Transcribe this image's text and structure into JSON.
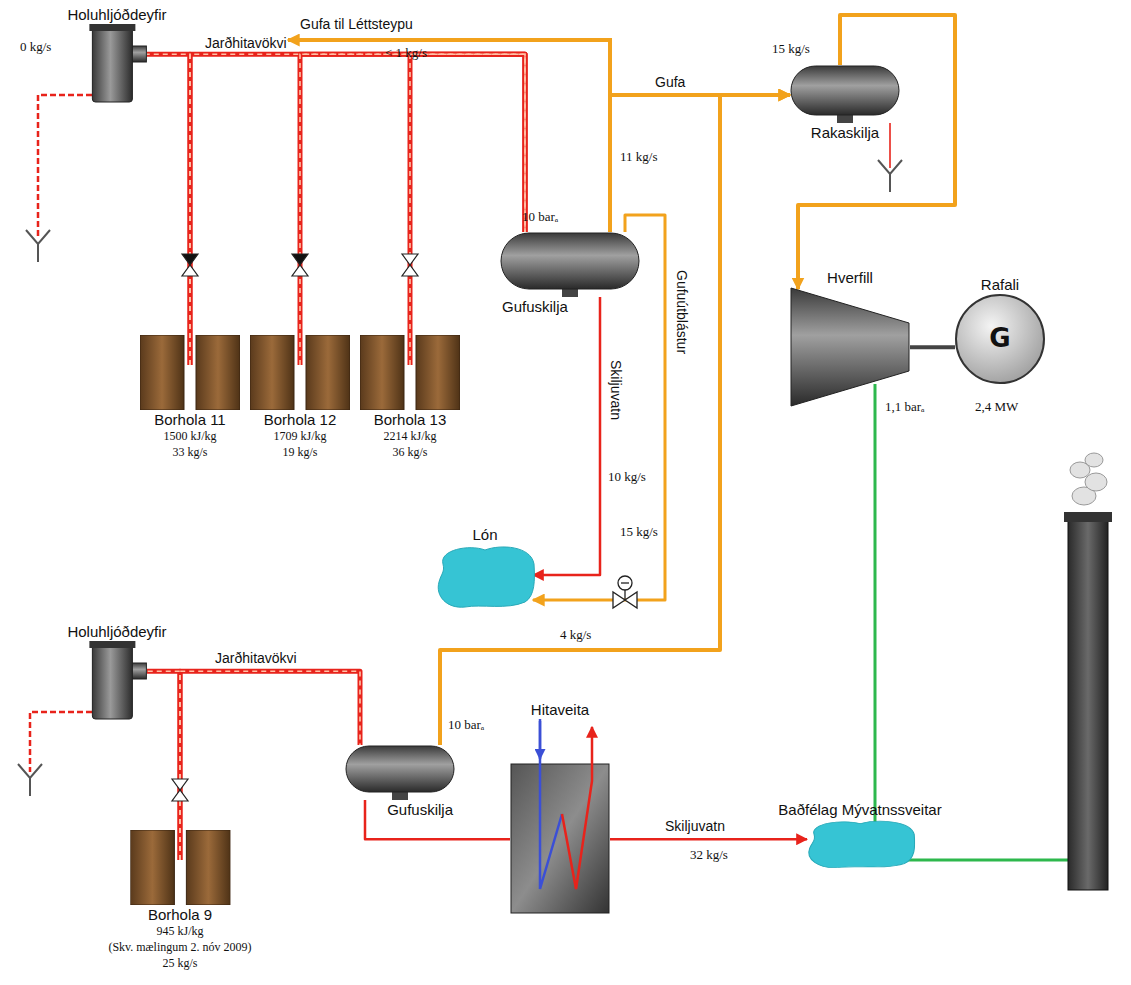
{
  "diagram": {
    "nodes": [
      {
        "text": [
          "Holuhljóðdeyfir"
        ]
      },
      {
        "text": [
          "Borhola 11",
          "1500 kJ/kg",
          "33 kg/s"
        ]
      },
      {
        "text": [
          "Borhola 12",
          "1709 kJ/kg",
          "19 kg/s"
        ]
      },
      {
        "text": [
          "Borhola 13",
          "2214 kJ/kg",
          "36 kg/s"
        ]
      },
      {
        "text": [
          "Gufuskilja"
        ]
      },
      {
        "text": [
          "Rakaskilja"
        ]
      },
      {
        "text": [
          "Lón"
        ]
      },
      {
        "text": [
          "Hverfill"
        ]
      },
      {
        "text": [
          "Rafali",
          "G"
        ]
      },
      {
        "text": [
          "Holuhljóðdeyfir"
        ]
      },
      {
        "text": [
          "Borhola 9",
          "945 kJ/kg",
          "(Skv. mælingum 2. nóv 2009)",
          "25 kg/s"
        ]
      },
      {
        "text": [
          "Gufuskilja"
        ]
      },
      {
        "text": [
          "Hitaveita"
        ]
      },
      {
        "text": [
          "Baðfélag Mývatnssveitar"
        ]
      }
    ],
    "edges": [
      {
        "from": 1,
        "to": 4,
        "arrow": "none"
      },
      {
        "from": 2,
        "to": 4,
        "arrow": "none"
      },
      {
        "from": 3,
        "to": 4,
        "arrow": "none"
      },
      {
        "from": 1,
        "to": 0,
        "arrow": "none"
      },
      {
        "from": 4,
        "to": 5,
        "arrow": "to"
      },
      {
        "from": 4,
        "to": 6,
        "arrow": "to"
      },
      {
        "from": 4,
        "to": 6,
        "arrow": "to"
      },
      {
        "from": 5,
        "to": 7,
        "arrow": "to"
      },
      {
        "from": 7,
        "to": 8,
        "arrow": "none"
      },
      {
        "from": 11,
        "to": 5,
        "arrow": "to"
      },
      {
        "from": 10,
        "to": 11,
        "arrow": "none"
      },
      {
        "from": 10,
        "to": 9,
        "arrow": "none"
      },
      {
        "from": 11,
        "to": 12,
        "arrow": "none"
      },
      {
        "from": 12,
        "to": 13,
        "arrow": "to"
      }
    ],
    "labels": [
      "Gufa til Léttsteypu",
      "< 1 kg/s",
      "0 kg/s",
      "Jarðhitavökvi",
      "Gufa",
      "11 kg/s",
      "10 barₐ",
      "15 kg/s",
      "Gufuútblástur",
      "Skiljuvatn",
      "10 kg/s",
      "15 kg/s",
      "1,1 barₐ",
      "2,4 MW",
      "Jarðhitavökvi",
      "4 kg/s",
      "10 barₐ",
      "Skiljuvatn",
      "32 kg/s"
    ]
  }
}
